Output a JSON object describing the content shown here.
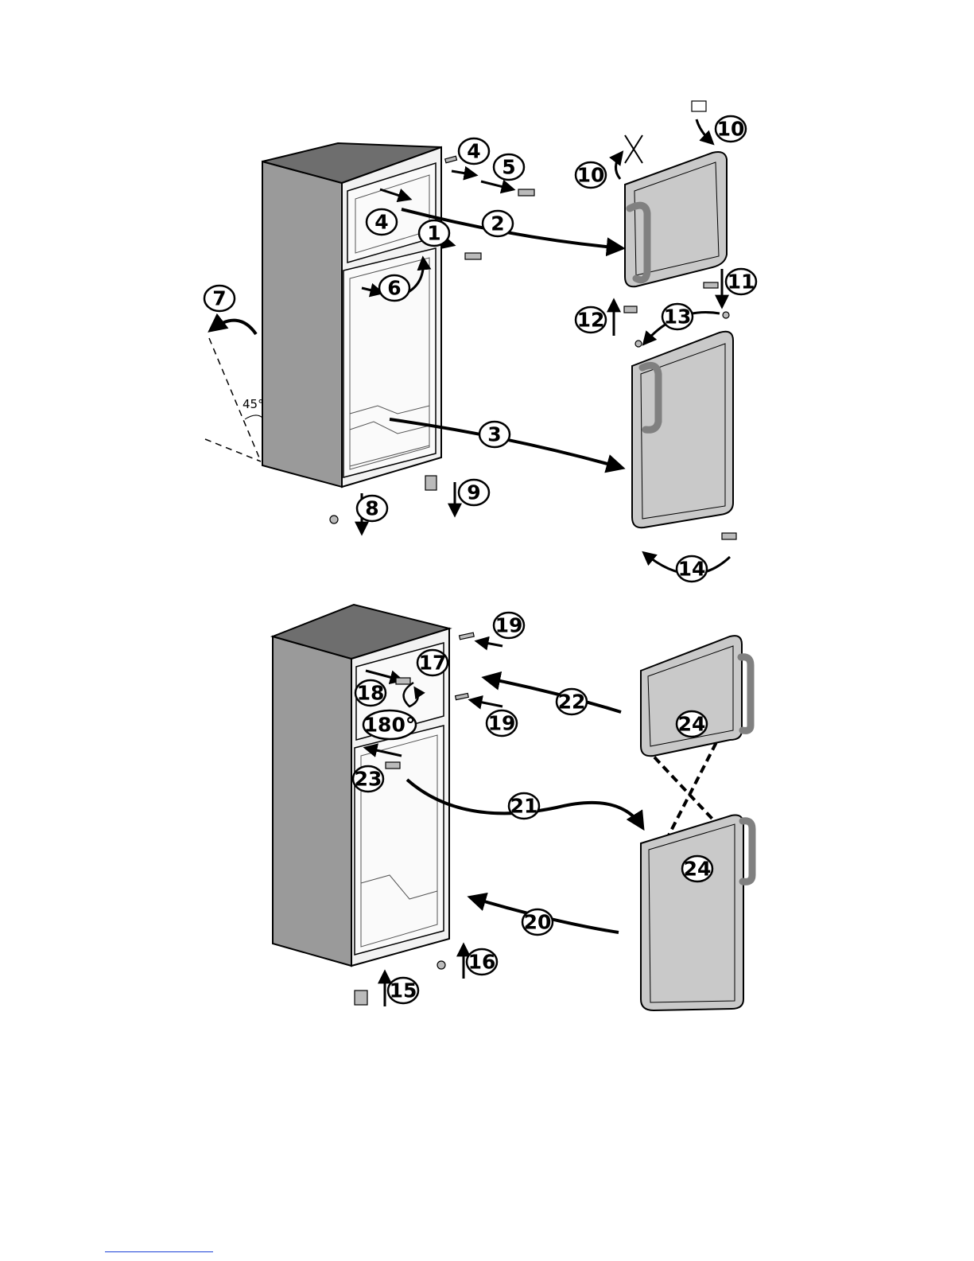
{
  "figure_1": {
    "steps": [
      "1",
      "2",
      "3",
      "4",
      "4",
      "5",
      "6",
      "7",
      "8",
      "9",
      "10",
      "10",
      "11",
      "12",
      "13",
      "14"
    ],
    "tilt_angle": "45°"
  },
  "figure_2": {
    "steps": [
      "15",
      "16",
      "17",
      "18",
      "19",
      "19",
      "20",
      "21",
      "22",
      "23",
      "24",
      "24"
    ],
    "rotation": "180°"
  },
  "colors": {
    "cabinet_side": "#9a9a9a",
    "cabinet_top": "#6e6e6e",
    "door": "#c9c9c9",
    "handle": "#808080",
    "ink": "#000000"
  }
}
